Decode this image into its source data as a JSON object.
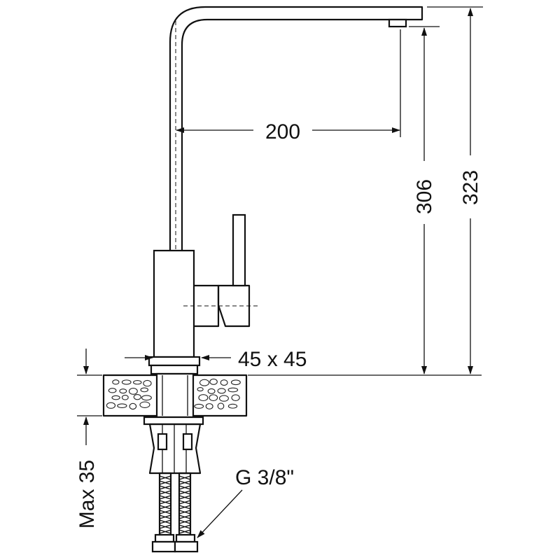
{
  "dimensions": {
    "spout_reach": "200",
    "outlet_height": "306",
    "total_height": "323",
    "base_size": "45 x 45",
    "max_countertop": "Max 35",
    "hose_thread": "G 3/8\""
  },
  "colors": {
    "line": "#111111",
    "background": "#ffffff"
  }
}
